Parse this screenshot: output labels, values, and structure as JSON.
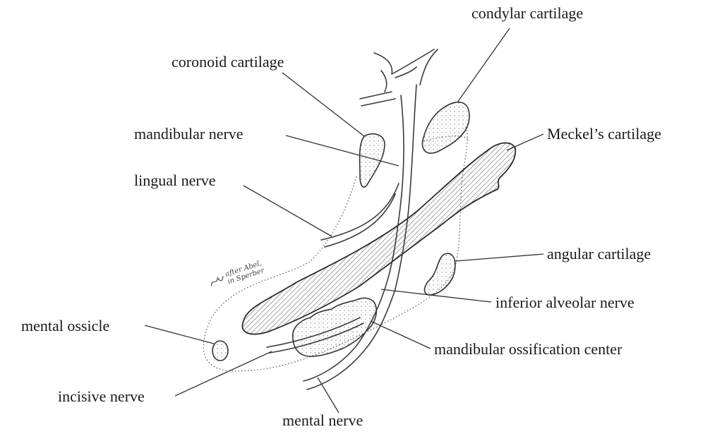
{
  "labels": {
    "condylar_cartilage": "condylar cartilage",
    "coronoid_cartilage": "coronoid cartilage",
    "mandibular_nerve": "mandibular nerve",
    "meckels_cartilage": "Meckel’s cartilage",
    "lingual_nerve": "lingual nerve",
    "angular_cartilage": "angular cartilage",
    "inferior_alveolar_nerve": "inferior alveolar nerve",
    "mental_ossicle": "mental ossicle",
    "mandibular_ossification_center": "mandibular ossification center",
    "incisive_nerve": "incisive nerve",
    "mental_nerve": "mental nerve"
  },
  "signature": {
    "line1": "after Abel,",
    "line2": "in Sperber"
  },
  "colors": {
    "ink": "#1a1a1a",
    "hatch": "#666666",
    "background": "#ffffff"
  }
}
